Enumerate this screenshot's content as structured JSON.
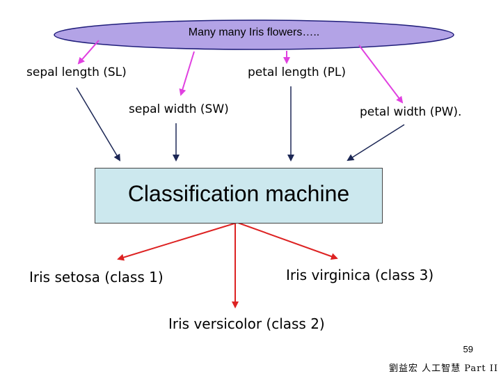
{
  "source": {
    "label": "Many many Iris flowers….."
  },
  "features": {
    "sepal_length": "sepal length (SL)",
    "petal_length": "petal length (PL)",
    "sepal_width": "sepal width (SW)",
    "petal_width": "petal width (PW)."
  },
  "machine": {
    "label": "Classification machine"
  },
  "classes": {
    "setosa": "Iris setosa (class 1)",
    "virginica": "Iris virginica  (class 3)",
    "versicolor": "Iris versicolor (class 2)"
  },
  "footer": {
    "page_number": "59",
    "credit": "劉益宏 人工智慧 Part II"
  },
  "colors": {
    "ellipse_fill": "#b3a3e6",
    "ellipse_stroke": "#1f1d7a",
    "machine_fill": "#cce8ee",
    "magenta_arrow": "#e040e0",
    "navy_arrow": "#1c2755",
    "red_arrow": "#dd2222"
  }
}
